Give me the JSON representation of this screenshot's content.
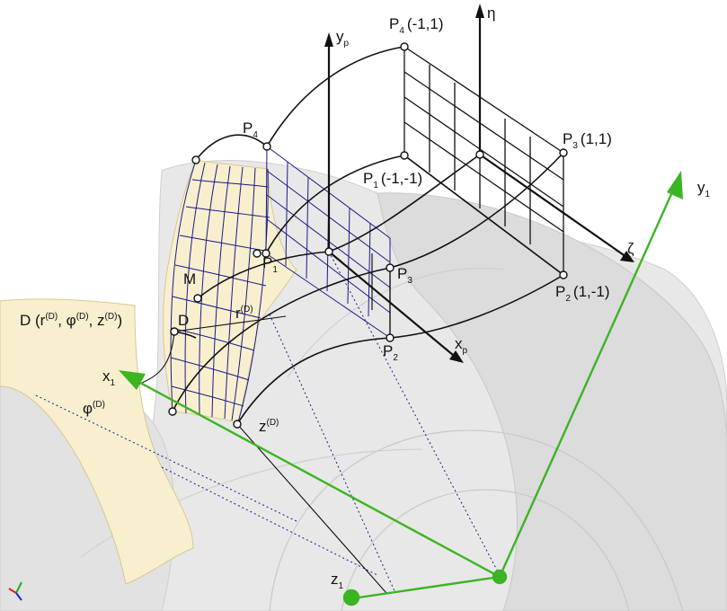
{
  "labels": {
    "p4_plane": "P",
    "p4_plane_sub": "4",
    "p4_plane_coords": "(-1,1)",
    "p3_plane": "P",
    "p3_plane_sub": "3",
    "p3_plane_coords": "(1,1)",
    "p1_plane": "P",
    "p1_plane_sub": "1",
    "p1_plane_coords": "(-1,-1)",
    "p2_plane": "P",
    "p2_plane_sub": "2",
    "p2_plane_coords": "(1,-1)",
    "p4_mid": "P",
    "p4_mid_sub": "4",
    "p1_mid": "P",
    "p1_mid_sub": "1",
    "p3_mid": "P",
    "p3_mid_sub": "3",
    "p2_mid": "P",
    "p2_mid_sub": "2",
    "eta": "η",
    "zeta": "ζ",
    "yp": "y",
    "yp_sub": "p",
    "xp": "x",
    "xp_sub": "p",
    "y1": "y",
    "y1_sub": "1",
    "x1": "x",
    "x1_sub": "1",
    "z1": "z",
    "z1_sub": "1",
    "M": "M",
    "D": "D",
    "D_full_prefix": "D (r",
    "D_full_sup1": "(D)",
    "D_full_mid1": ", φ",
    "D_full_sup2": "(D)",
    "D_full_mid2": ", z",
    "D_full_sup3": "(D)",
    "D_full_suffix": ")",
    "r": "r",
    "r_sup": "(D)",
    "phi": "φ",
    "phi_sup": "(D)",
    "z": "z",
    "z_sup": "(D)"
  },
  "colors": {
    "gray_surface": "#e6e6e6",
    "gray_dark": "#d2d2d2",
    "yellow_surface": "#f7efcd",
    "green_axis": "#3bb521",
    "blue_grid": "#1a1a8c",
    "black": "#111111"
  }
}
